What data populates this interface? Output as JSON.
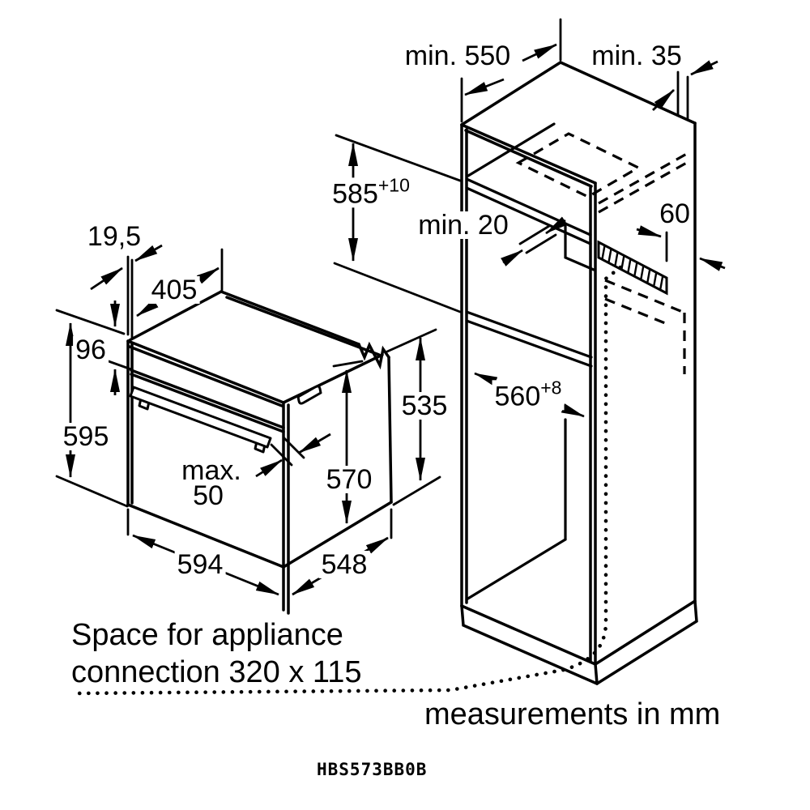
{
  "diagram": {
    "title_hidden": "",
    "dimensions": {
      "min550": "min. 550",
      "min35": "min. 35",
      "niche_height": {
        "value": "585",
        "sup": "+10"
      },
      "min20": "min. 20",
      "vent_depth": "60",
      "door_thickness": "19,5",
      "top_depth": "405",
      "panel_height": "96",
      "oven_height": "595",
      "side_height": "535",
      "body_height": "570",
      "handle_max_line1": "max.",
      "handle_max_line2": "50",
      "oven_width": "594",
      "oven_depth": "548",
      "niche_width": {
        "value": "560",
        "sup": "+8"
      }
    },
    "notes": {
      "connection_line1": "Space for appliance",
      "connection_line2": "connection 320 x 115",
      "units": "measurements in mm"
    },
    "model_number": "HBS573BB0B",
    "colors": {
      "line": "#000000",
      "background": "#ffffff"
    }
  }
}
